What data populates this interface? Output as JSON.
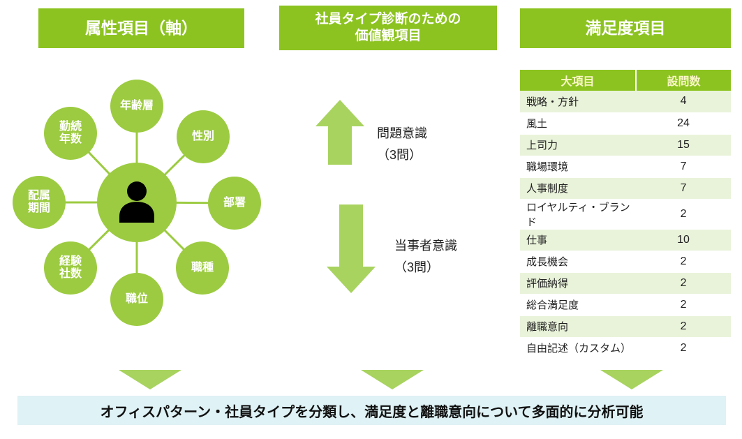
{
  "colors": {
    "header_green": "#8CC320",
    "node_green": "#9CCB41",
    "arrow_green": "#A8D35F",
    "table_row_alt": "#E9F3DA",
    "table_header_text": "#FAF6C8",
    "banner_bg": "#DFF2F5",
    "person_icon": "#000000"
  },
  "left": {
    "title": "属性項目（軸）",
    "nodes": [
      "年齢層",
      "性別",
      "部署",
      "職種",
      "職位",
      "経験\n社数",
      "配属\n期間",
      "勤続\n年数"
    ]
  },
  "middle": {
    "title": "社員タイプ診断のための\n価値観項目",
    "up_label": "問題意識\n（3問）",
    "down_label": "当事者意識\n（3問）"
  },
  "right": {
    "title": "満足度項目",
    "table": {
      "headers": [
        "大項目",
        "設問数"
      ],
      "rows": [
        [
          "戦略・方針",
          "4"
        ],
        [
          "風土",
          "24"
        ],
        [
          "上司力",
          "15"
        ],
        [
          "職場環境",
          "7"
        ],
        [
          "人事制度",
          "7"
        ],
        [
          "ロイヤルティ・ブランド",
          "2"
        ],
        [
          "仕事",
          "10"
        ],
        [
          "成長機会",
          "2"
        ],
        [
          "評価納得",
          "2"
        ],
        [
          "総合満足度",
          "2"
        ],
        [
          "離職意向",
          "2"
        ],
        [
          "自由記述（カスタム）",
          "2"
        ]
      ]
    }
  },
  "footer": {
    "text": "オフィスパターン・社員タイプを分類し、満足度と離職意向について多面的に分析可能"
  }
}
